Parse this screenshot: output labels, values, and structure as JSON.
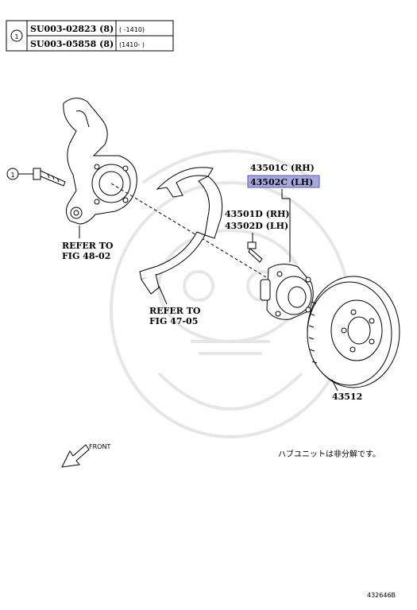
{
  "ref_table": {
    "ref_mark": "1",
    "rows": [
      {
        "part": "SU003-02823 (8)",
        "range": "(      -1410)"
      },
      {
        "part": "SU003-05858 (8)",
        "range": "(1410-      )"
      }
    ]
  },
  "callout_mark": "1",
  "labels": {
    "knuckle_ref_1": "REFER TO",
    "knuckle_ref_2": "FIG 48-02",
    "shield_ref_1": "REFER TO",
    "shield_ref_2": "FIG 47-05",
    "hub_rh": "43501C (RH)",
    "hub_lh": "43502C (LH)",
    "bolt_rh": "43501D (RH)",
    "bolt_lh": "43502D (LH)",
    "rotor": "43512",
    "front": "FRONT",
    "note_jp": "ハブユニットは非分解です。",
    "diagram_id": "432646B"
  },
  "highlight_color": "#a8a8e0"
}
